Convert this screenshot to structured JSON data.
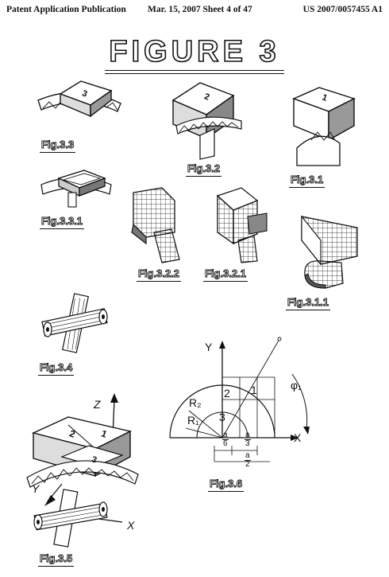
{
  "header": {
    "left": "Patent Application Publication",
    "middle": "Mar. 15, 2007   Sheet 4 of 47",
    "right": "US 2007/0057455 A1"
  },
  "title": "FIGURE  3",
  "figures": {
    "f33": {
      "caption": "Fig.3.3",
      "face_label": "3"
    },
    "f32": {
      "caption": "Fig.3.2",
      "face_label": "2"
    },
    "f31": {
      "caption": "Fig.3.1",
      "face_label": "1"
    },
    "f331": {
      "caption": "Fig.3.3.1"
    },
    "f322": {
      "caption": "Fig.3.2.2"
    },
    "f321": {
      "caption": "Fig.3.2.1"
    },
    "f311": {
      "caption": "Fig.3.1.1"
    },
    "f34": {
      "caption": "Fig.3.4"
    },
    "f35": {
      "caption": "Fig.3.5",
      "z": "Z",
      "y": "Y",
      "x": "X",
      "label1": "1",
      "label2": "2",
      "label3": "3"
    },
    "f36": {
      "caption": "Fig.3.6",
      "y": "Y",
      "x": "X",
      "r1": "R₁",
      "r2": "R₂",
      "zone1": "1",
      "zone2": "2",
      "zone3": "3",
      "phi": "φ₁",
      "a6_num": "a",
      "a6_den": "6",
      "a3_num": "a",
      "a3_den": "3",
      "a2_num": "a",
      "a2_den": "2"
    }
  },
  "colors": {
    "ink": "#111111",
    "paper": "#ffffff"
  }
}
